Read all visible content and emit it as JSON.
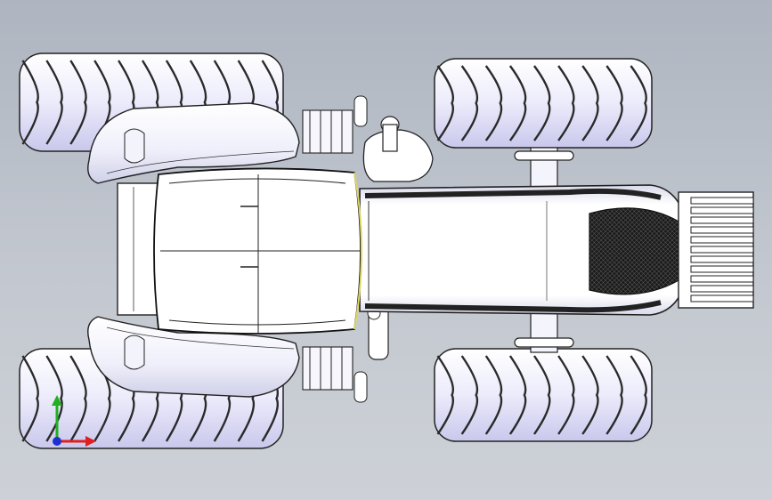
{
  "viewport": {
    "background_top": "#aeb5c0",
    "background_bottom": "#cdd1d7",
    "model_fill": "#ffffff",
    "model_shade": "#d8d8ee",
    "edge_color": "#1a1a1a"
  },
  "triad": {
    "x_color": "#e02020",
    "y_color": "#20b020",
    "z_color": "#2030d0"
  },
  "tires": {
    "rear_count": 2,
    "front_count": 2,
    "tread_icon": "chevron-tread"
  },
  "icons": [
    "tractor-top-view",
    "coordinate-triad-icon",
    "exhaust-stack-icon",
    "front-weight-icon"
  ]
}
